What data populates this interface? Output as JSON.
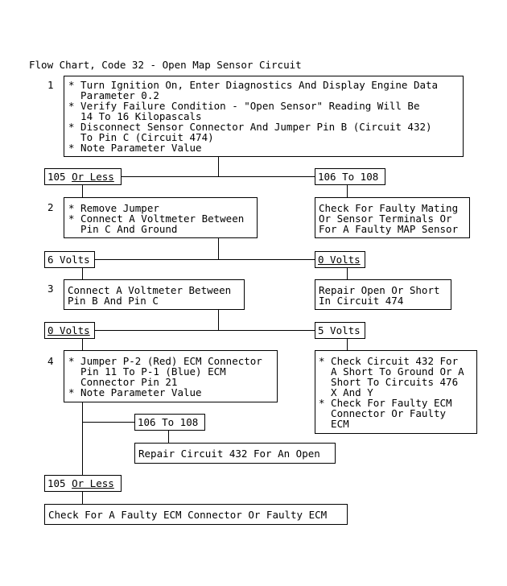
{
  "title": "Flow Chart, Code 32 - Open Map Sensor Circuit",
  "steps": [
    {
      "num": "1",
      "lines": [
        "* Turn Ignition On, Enter Diagnostics And Display Engine Data",
        "  Parameter 0.2",
        "* Verify Failure Condition - \"Open Sensor\" Reading Will Be",
        "  14 To 16 Kilopascals",
        "* Disconnect Sensor Connector And Jumper Pin B (Circuit 432)",
        "  To Pin C (Circuit 474)",
        "* Note Parameter Value"
      ]
    },
    {
      "num": "2",
      "lines": [
        "* Remove Jumper",
        "* Connect A Voltmeter Between",
        "  Pin C And Ground"
      ]
    },
    {
      "num": "3",
      "lines": [
        "Connect A Voltmeter Between",
        "Pin B And Pin C"
      ]
    },
    {
      "num": "4",
      "lines": [
        "* Jumper P-2 (Red) ECM Connector",
        "  Pin 11 To P-1 (Blue) ECM",
        "  Connector Pin 21",
        "* Note Parameter Value"
      ]
    }
  ],
  "labels": {
    "l1_left_a": "105 ",
    "l1_left_b": "Or Less",
    "l1_right": "106 To 108",
    "l2_left": "6 Volts",
    "l2_right": "0 Volts",
    "l3_left": "0 Volts",
    "l3_right": "5 Volts",
    "l4_mid": "106 To 108",
    "l4_bottom_a": "105 ",
    "l4_bottom_b": "Or Less"
  },
  "results": {
    "r1": [
      "Check For Faulty Mating",
      "Or Sensor Terminals Or",
      "For A Faulty MAP Sensor"
    ],
    "r2": [
      "Repair Open Or Short",
      "In Circuit 474"
    ],
    "r3": [
      "* Check Circuit 432 For",
      "  A Short To Ground Or A",
      "  Short To Circuits 476",
      "  X And Y",
      "* Check For Faulty ECM",
      "  Connector Or Faulty",
      "  ECM"
    ],
    "r4": [
      "Repair Circuit 432 For An Open"
    ],
    "r5": [
      "Check For A Faulty ECM Connector Or Faulty ECM"
    ]
  }
}
